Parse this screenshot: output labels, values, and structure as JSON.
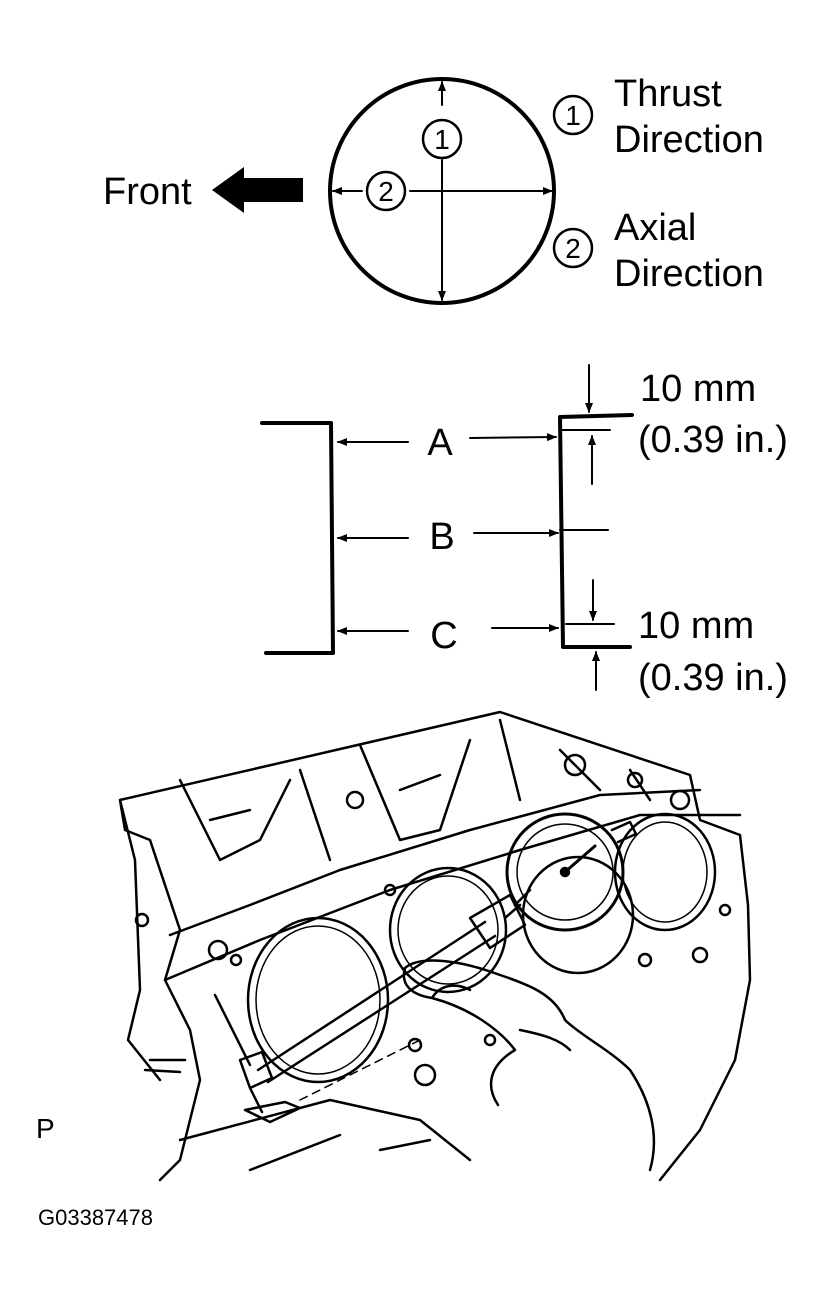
{
  "bore_diagram": {
    "front_label": "Front",
    "marker_1": "1",
    "marker_2": "2",
    "legend": [
      {
        "marker": "1",
        "line1": "Thrust",
        "line2": "Direction"
      },
      {
        "marker": "2",
        "line1": "Axial",
        "line2": "Direction"
      }
    ]
  },
  "measure_positions": {
    "labels": [
      "A",
      "B",
      "C"
    ],
    "top_offset": {
      "line1": "10 mm",
      "line2": "(0.39 in.)"
    },
    "bottom_offset": {
      "line1": "10 mm",
      "line2": "(0.39 in.)"
    }
  },
  "illustration": {
    "corner_letter": "P",
    "figure_code": "G03387478"
  }
}
